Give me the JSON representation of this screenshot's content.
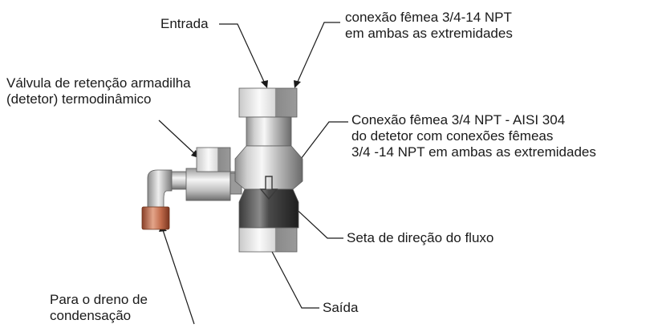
{
  "labels": {
    "inlet": "Entrada",
    "female_connection": [
      "conexão fêmea 3/4-14 NPT",
      "em ambas as extremidades"
    ],
    "check_valve": [
      "Válvula de retenção armadilha",
      "(detetor) termodinâmico"
    ],
    "detector_connection": [
      "Conexão fêmea 3/4 NPT - AISI 304",
      "do detetor com conexões fêmeas",
      "3/4 -14 NPT em ambas as extremidades"
    ],
    "flow_arrow": "Seta de direção do fluxo",
    "outlet": "Saída",
    "drain": [
      "Para o dreno de",
      "condensação"
    ]
  },
  "colors": {
    "text": "#1a1a1a",
    "leader_line": "#1a1a1a",
    "steel_light": "#e8e8e8",
    "steel_dark": "#6e6e6e",
    "dark_band": "#2a2a2a",
    "copper": "#c06a4a"
  }
}
